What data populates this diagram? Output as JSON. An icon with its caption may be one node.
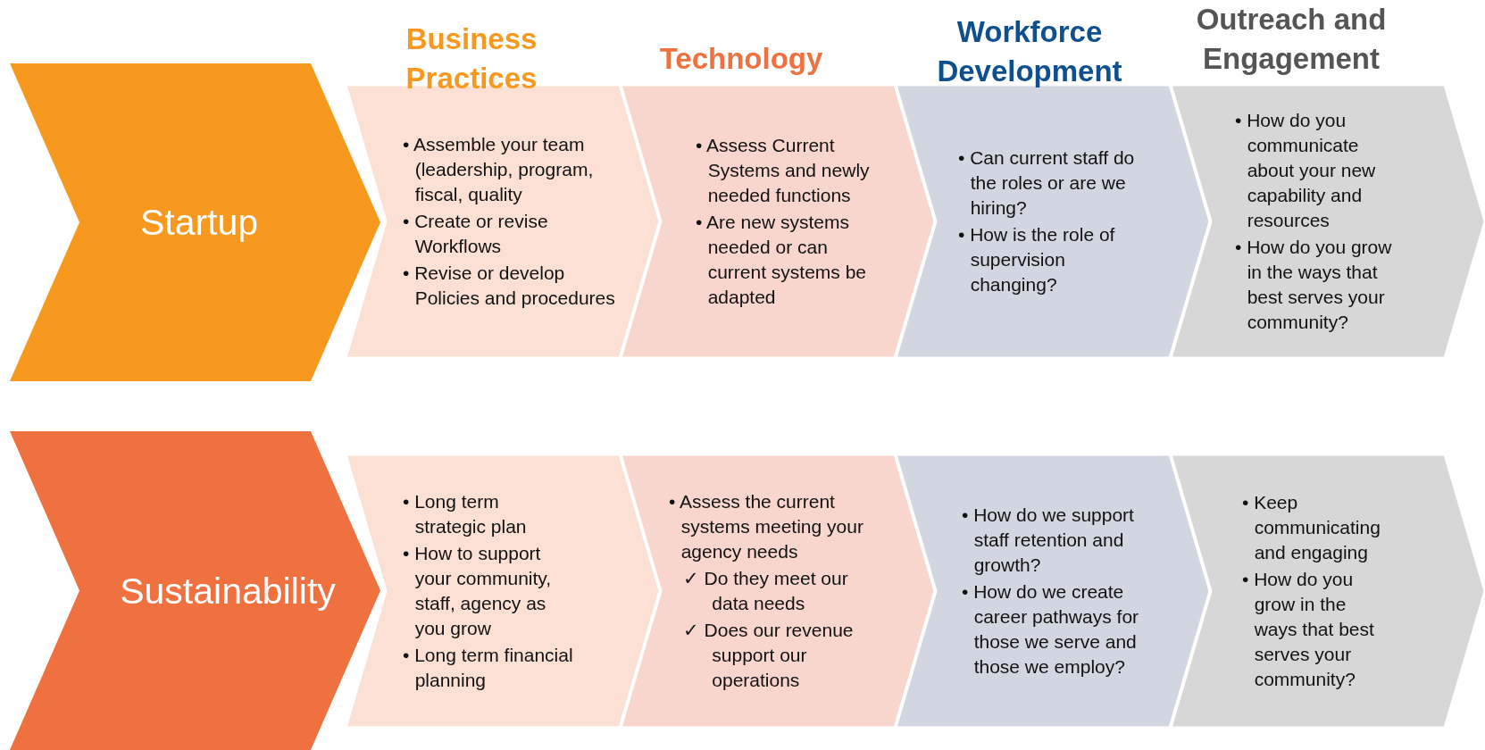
{
  "diagram": {
    "nodes": [
      {
        "text": [
          "Startup"
        ]
      },
      {
        "text": [
          "• Assemble your team (leadership, program, fiscal, quality",
          "• Create or revise Workflows",
          "• Revise or develop Policies and procedures"
        ]
      },
      {
        "text": [
          "• Assess Current Systems and newly needed functions",
          "• Are new systems needed or can current systems be adapted"
        ]
      },
      {
        "text": [
          "• Can current staff do the roles or are we hiring?",
          "• How is the role of supervision changing?"
        ]
      },
      {
        "text": [
          "• How do you communicate about your new capability and resources",
          "• How do you grow in the ways that best serves your community?"
        ]
      },
      {
        "text": [
          "Sustainability"
        ]
      },
      {
        "text": [
          "• Long term strategic plan",
          "• How to support your community, staff, agency as you grow",
          "• Long term financial planning"
        ]
      },
      {
        "text": [
          "• Assess the current systems meeting your agency needs",
          "✓ Do they meet our data needs",
          "✓ Does our revenue support our operations"
        ]
      },
      {
        "text": [
          "• How do we support staff retention and growth?",
          "• How do we create career pathways for those we serve and those we employ?"
        ]
      },
      {
        "text": [
          "• Keep communicating and engaging",
          "• How do you grow in the ways that best serves your community?"
        ]
      }
    ],
    "labels": [
      "Business Practices",
      "Technology",
      "Workforce Development",
      "Outreach and Engagement"
    ]
  }
}
